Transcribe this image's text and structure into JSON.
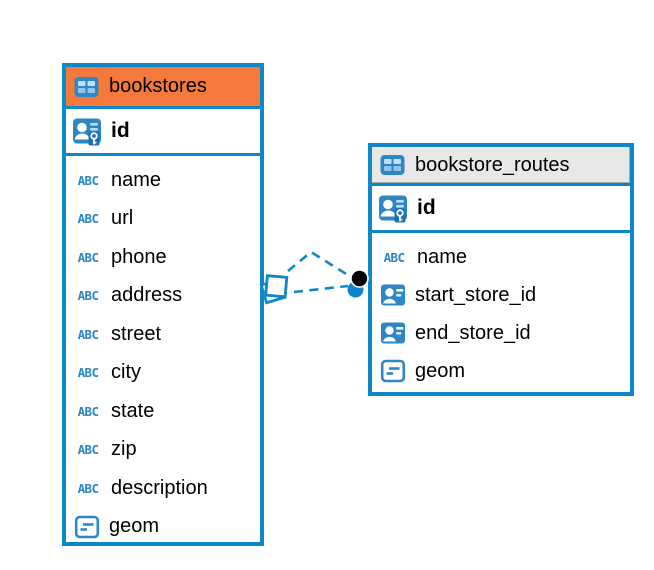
{
  "icons": {
    "varchar_label": "ABC",
    "table_icon": "table-grid-icon",
    "pk_icon": "person-with-key-icon",
    "fk_icon": "person-card-icon",
    "geom_icon": "geometry-box-icon"
  },
  "colors": {
    "border": "#0E87C9",
    "bookstores_header": "#F5793B",
    "routes_header": "#E8E8E8",
    "icon_blue": "#2E86C4",
    "relationship_target_dot": "#000000"
  },
  "tables": [
    {
      "title": "bookstores",
      "primary_key": {
        "label": "id"
      },
      "fields": [
        {
          "label": "name",
          "type": "varchar"
        },
        {
          "label": "url",
          "type": "varchar"
        },
        {
          "label": "phone",
          "type": "varchar"
        },
        {
          "label": "address",
          "type": "varchar"
        },
        {
          "label": "street",
          "type": "varchar"
        },
        {
          "label": "city",
          "type": "varchar"
        },
        {
          "label": "state",
          "type": "varchar"
        },
        {
          "label": "zip",
          "type": "varchar"
        },
        {
          "label": "description",
          "type": "varchar"
        },
        {
          "label": "geom",
          "type": "geometry"
        }
      ]
    },
    {
      "title": "bookstore_routes",
      "primary_key": {
        "label": "id"
      },
      "fields": [
        {
          "label": "name",
          "type": "varchar"
        },
        {
          "label": "start_store_id",
          "type": "reference"
        },
        {
          "label": "end_store_id",
          "type": "reference"
        },
        {
          "label": "geom",
          "type": "geometry"
        }
      ]
    }
  ],
  "relationship": {
    "from_table": "bookstores",
    "to_table": "bookstore_routes",
    "line_style": "dashed",
    "source_marker": "stacked-squares",
    "target_marker": "stacked-dots"
  }
}
